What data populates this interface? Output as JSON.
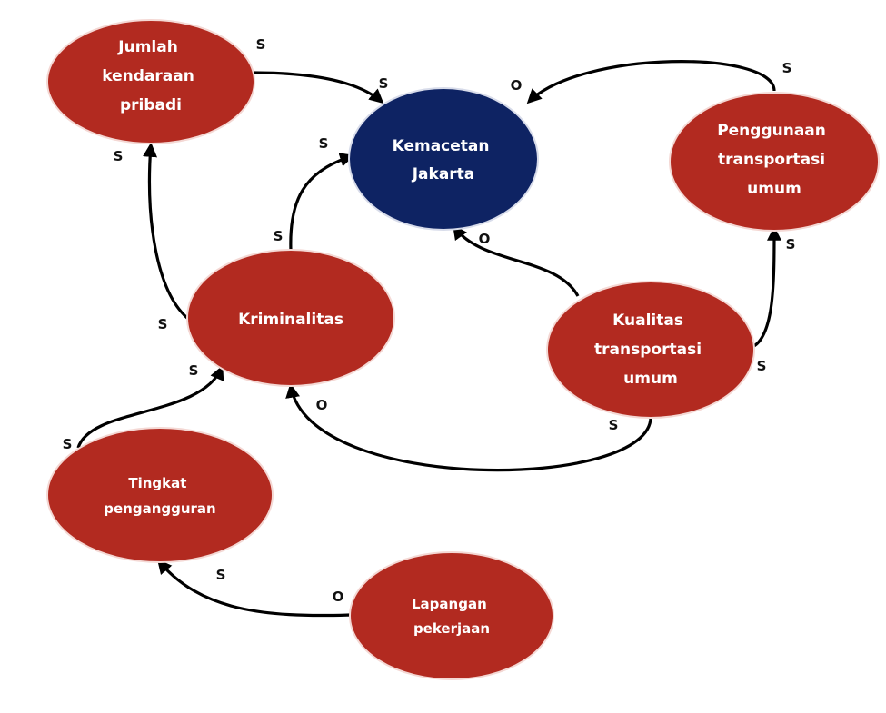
{
  "colors": {
    "node_red": "#B22A20",
    "node_red_stroke": "#F4D8D4",
    "node_blue": "#0E2363",
    "text": "#FFFFFF",
    "arrow": "#000000"
  },
  "nodes": {
    "jumlah": [
      "Jumlah",
      "kendaraan",
      "pribadi"
    ],
    "kemacetan": [
      "Kemacetan",
      "Jakarta"
    ],
    "penggunaan": [
      "Penggunaan",
      "transportasi",
      "umum"
    ],
    "kriminalitas": [
      "Kriminalitas"
    ],
    "kualitas": [
      "Kualitas",
      "transportasi",
      "umum"
    ],
    "tingkat": [
      "Tingkat",
      "pengangguran"
    ],
    "lapangan": [
      "Lapangan",
      "pekerjaan"
    ]
  },
  "edges": {
    "jumlah_to_kemacetan": {
      "tail": "S",
      "head": "S"
    },
    "penggunaan_to_kemacetan": {
      "tail": "S",
      "head": "O"
    },
    "kriminalitas_to_kemacetan": {
      "tail": "S",
      "head": "S"
    },
    "kriminalitas_to_jumlah": {
      "tail": "S",
      "head": "S"
    },
    "kualitas_to_kemacetan": {
      "head": "O"
    },
    "kualitas_to_penggunaan": {
      "tail": "S",
      "head": "S"
    },
    "kualitas_to_kriminalitas": {
      "tail": "S",
      "head": "O"
    },
    "tingkat_to_kriminalitas": {
      "tail": "S",
      "head": "S"
    },
    "lapangan_to_tingkat": {
      "tail": "O",
      "head": "S"
    }
  }
}
